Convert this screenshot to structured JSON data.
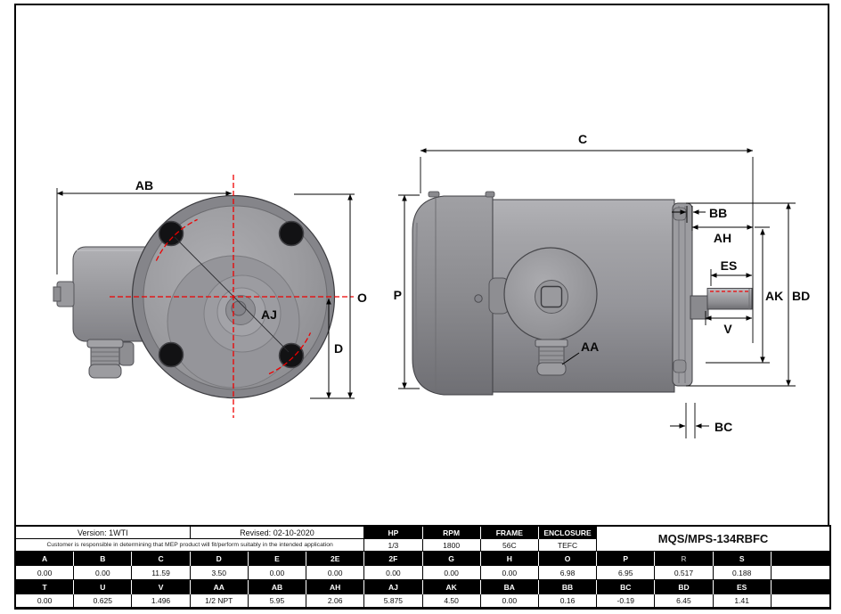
{
  "drawing": {
    "front_view": {
      "labels": {
        "ab": "AB",
        "aj": "AJ",
        "o": "O",
        "d": "D"
      }
    },
    "side_view": {
      "labels": {
        "c": "C",
        "p": "P",
        "bb": "BB",
        "ah": "AH",
        "es": "ES",
        "ak": "AK",
        "bd": "BD",
        "v": "V",
        "aa": "AA",
        "bc": "BC"
      }
    },
    "colors": {
      "centerline_red": "#ee0000",
      "body_gray": "#98989c",
      "outline": "#3c3c40"
    }
  },
  "title_block": {
    "version": "Version: 1WTI",
    "revised": "Revised: 02-10-2020",
    "disclaimer": "Customer is responsible in determining that MEP product will fit/perform suitably in the intended application",
    "model": "MQS/MPS-134RBFC",
    "specs": [
      {
        "label": "HP",
        "value": "1/3"
      },
      {
        "label": "RPM",
        "value": "1800"
      },
      {
        "label": "FRAME",
        "value": "56C"
      },
      {
        "label": "ENCLOSURE",
        "value": "TEFC"
      }
    ],
    "dim_rows": [
      {
        "headers": [
          "A",
          "B",
          "C",
          "D",
          "E",
          "2E",
          "2F",
          "G",
          "H",
          "O",
          "P",
          "R",
          "S",
          ""
        ],
        "muted_headers": [
          "R"
        ],
        "values": [
          "0.00",
          "0.00",
          "11.59",
          "3.50",
          "0.00",
          "0.00",
          "0.00",
          "0.00",
          "0.00",
          "6.98",
          "6.95",
          "0.517",
          "0.188",
          ""
        ]
      },
      {
        "headers": [
          "T",
          "U",
          "V",
          "AA",
          "AB",
          "AH",
          "AJ",
          "AK",
          "BA",
          "BB",
          "BC",
          "BD",
          "ES",
          ""
        ],
        "muted_headers": [],
        "values": [
          "0.00",
          "0.625",
          "1.496",
          "1/2 NPT",
          "5.95",
          "2.06",
          "5.875",
          "4.50",
          "0.00",
          "0.16",
          "-0.19",
          "6.45",
          "1.41",
          ""
        ]
      }
    ],
    "colors": {
      "header_bg": "#000000",
      "muted_header_text": "#999999"
    }
  }
}
